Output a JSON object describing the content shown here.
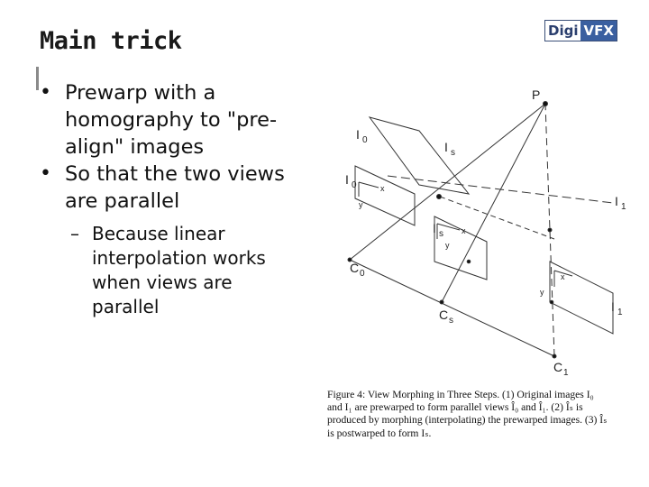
{
  "slide": {
    "title": "Main trick",
    "logo": {
      "part1": "Digi",
      "part2": "VFX"
    },
    "bullets": [
      {
        "lines": [
          "Prewarp with a",
          "homography to \"pre-",
          "align\" images"
        ]
      },
      {
        "lines": [
          "So that the two views",
          "are parallel"
        ]
      }
    ],
    "sub_bullet": {
      "lines": [
        "Because linear",
        "interpolation works",
        "when views are",
        "parallel"
      ]
    }
  },
  "figure": {
    "labels": {
      "p": "P",
      "i0": "I",
      "i0_sub": "0",
      "is": "I",
      "is_sub": "s",
      "i0_hat": "I",
      "i0_hat_sub": "0",
      "i1": "I",
      "i1_sub": "1",
      "is_hat": "I",
      "is_hat_sub": "s",
      "c0": "C",
      "c0_sub": "0",
      "cs": "C",
      "cs_sub": "s",
      "c1": "C",
      "c1_sub": "1",
      "i1_hat": "I",
      "i1_hat_sub": "1",
      "axis_x": "x",
      "axis_y": "y"
    },
    "caption_lines": [
      "Figure 4: View Morphing in Three Steps. (1) Original images I₀",
      "and I₁ are prewarped to form parallel views Î₀ and Î₁. (2) Îₛ is",
      "produced by morphing (interpolating) the prewarped images. (3) Îₛ",
      "is postwarped to form Iₛ."
    ]
  }
}
